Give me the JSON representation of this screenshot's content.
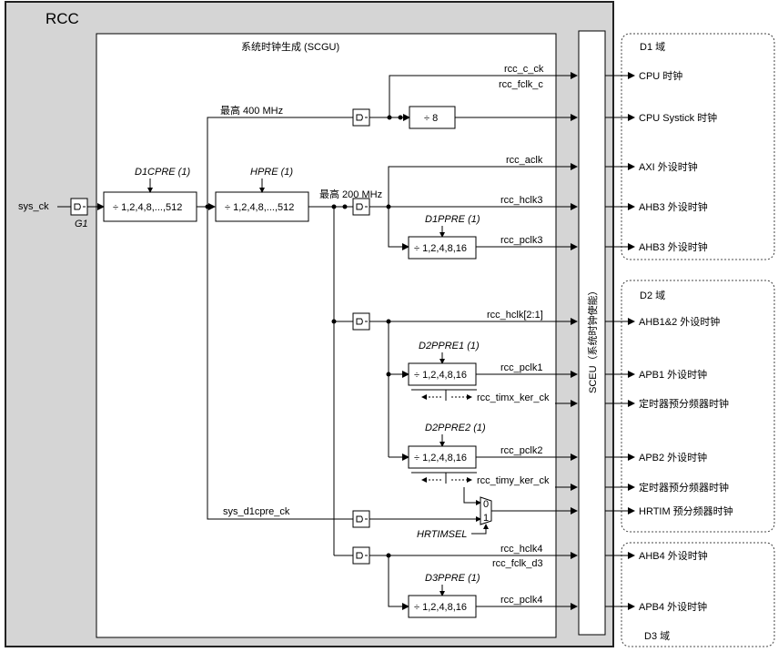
{
  "rcc": {
    "title": "RCC"
  },
  "scgu": {
    "title": "系统时钟生成 (SCGU)"
  },
  "sceu": {
    "label": "SCEU（系统时钟使能）"
  },
  "input": {
    "sys_ck": "sys_ck",
    "gate": "G1"
  },
  "dividers": {
    "d1cpre_label": "D1CPRE (1)",
    "d1cpre_box": "÷ 1,2,4,8,...,512",
    "hpre_label": "HPRE (1)",
    "hpre_box": "÷ 1,2,4,8,...,512",
    "div8": "÷ 8",
    "d1ppre_label": "D1PPRE (1)",
    "d1ppre_box": "÷ 1,2,4,8,16",
    "d2ppre1_label": "D2PPRE1 (1)",
    "d2ppre1_box": "÷ 1,2,4,8,16",
    "d2ppre2_label": "D2PPRE2 (1)",
    "d2ppre2_box": "÷ 1,2,4,8,16",
    "d3ppre_label": "D3PPRE (1)",
    "d3ppre_box": "÷ 1,2,4,8,16"
  },
  "freq": {
    "max400": "最高 400 MHz",
    "max200": "最高 200 MHz"
  },
  "signals": {
    "rcc_c_ck": "rcc_c_ck",
    "rcc_fclk_c": "rcc_fclk_c",
    "rcc_aclk": "rcc_aclk",
    "rcc_hclk3": "rcc_hclk3",
    "rcc_pclk3": "rcc_pclk3",
    "rcc_hclk21": "rcc_hclk[2:1]",
    "rcc_pclk1": "rcc_pclk1",
    "rcc_timx_ker_ck": "rcc_timx_ker_ck",
    "rcc_pclk2": "rcc_pclk2",
    "rcc_timy_ker_ck": "rcc_timy_ker_ck",
    "sys_d1cpre_ck": "sys_d1cpre_ck",
    "hrtimsel": "HRTIMSEL",
    "mux0": "0",
    "mux1": "1",
    "rcc_hclk4": "rcc_hclk4",
    "rcc_fclk_d3": "rcc_fclk_d3",
    "rcc_pclk4": "rcc_pclk4"
  },
  "domains": {
    "d1": {
      "title": "D1 域",
      "outputs": [
        "CPU 时钟",
        "CPU Systick 时钟",
        "AXI 外设时钟",
        "AHB3 外设时钟",
        "AHB3 外设时钟"
      ]
    },
    "d2": {
      "title": "D2 域",
      "outputs": [
        "AHB1&2 外设时钟",
        "APB1 外设时钟",
        "定时器预分频器时钟",
        "APB2 外设时钟",
        "定时器预分频器时钟",
        "HRTIM 预分频器时钟"
      ]
    },
    "d3": {
      "title": "D3 域",
      "outputs": [
        "AHB4 外设时钟",
        "APB4 外设时钟"
      ]
    }
  }
}
